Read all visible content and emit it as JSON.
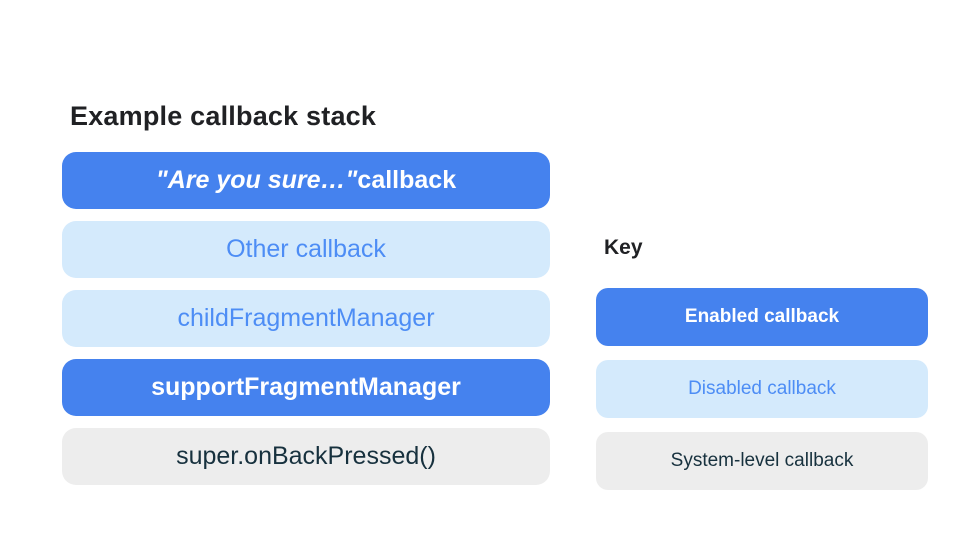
{
  "title": "Example callback stack",
  "stack": {
    "items": [
      {
        "label_italic": "\"Are you sure…\"",
        "label_rest": " callback",
        "state": "enabled"
      },
      {
        "label": "Other callback",
        "state": "disabled"
      },
      {
        "label": "childFragmentManager",
        "state": "disabled"
      },
      {
        "label": "supportFragmentManager",
        "state": "enabled"
      },
      {
        "label": "super.onBackPressed()",
        "state": "system"
      }
    ]
  },
  "key": {
    "title": "Key",
    "items": [
      {
        "label": "Enabled callback",
        "state": "enabled"
      },
      {
        "label": "Disabled callback",
        "state": "disabled"
      },
      {
        "label": "System-level callback",
        "state": "system"
      }
    ]
  },
  "colors": {
    "enabled_bg": "#4582EE",
    "enabled_text": "#FFFFFF",
    "disabled_bg": "#D4EAFC",
    "disabled_text": "#4D8DF5",
    "system_bg": "#EDEDED",
    "system_text": "#17313E",
    "heading_text": "#202124",
    "background": "#FFFFFF"
  }
}
